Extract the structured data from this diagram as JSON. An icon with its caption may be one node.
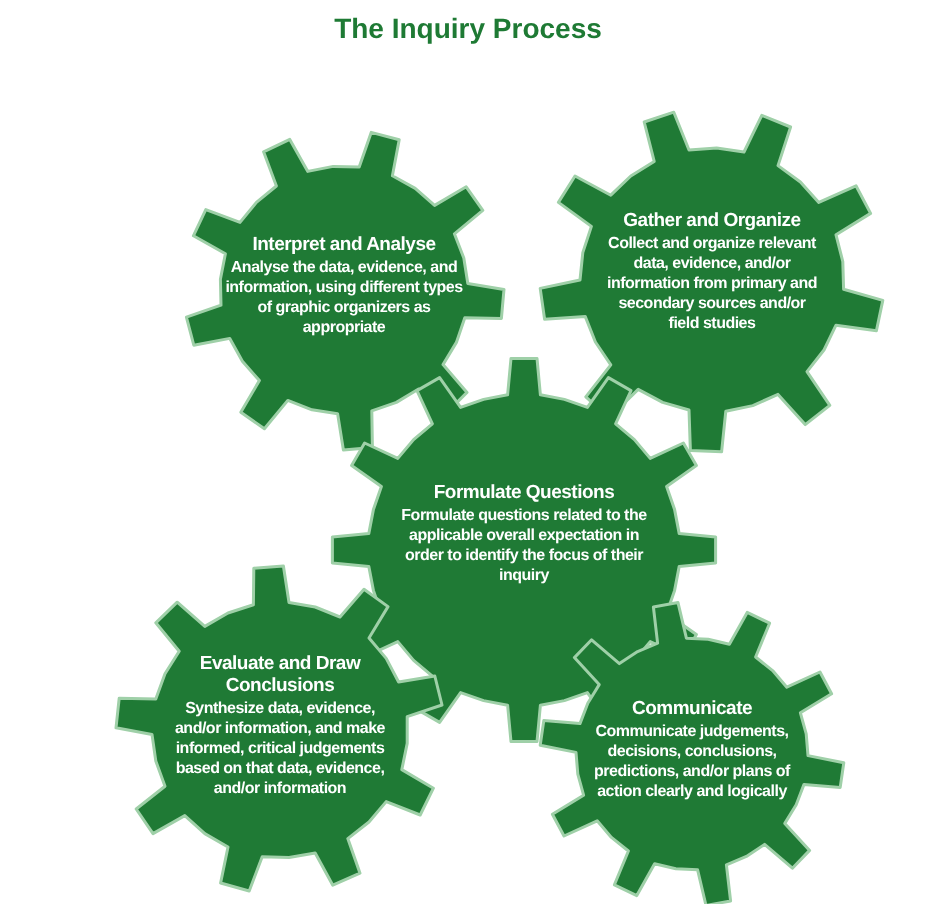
{
  "diagram": {
    "title": "The Inquiry Process",
    "nodes": [
      {
        "text": [
          "Interpret and Analyse",
          "Analyse the data, evidence, and information, using different types of graphic organizers as appropriate"
        ]
      },
      {
        "text": [
          "Gather and Organize",
          "Collect and organize relevant data, evidence, and/or information from primary and secondary sources and/or field studies"
        ]
      },
      {
        "text": [
          "Formulate Questions",
          "Formulate questions related to the applicable overall expectation in order to identify the focus of their inquiry"
        ]
      },
      {
        "text": [
          "Evaluate and Draw Conclusions",
          "Synthesize data, evidence, and/or information, and make informed, critical judgements based on that data, evidence, and/or information"
        ]
      },
      {
        "text": [
          "Communicate",
          "Communicate judgements, decisions, conclusions, predictions, and/or plans of action clearly and logically"
        ]
      }
    ]
  }
}
